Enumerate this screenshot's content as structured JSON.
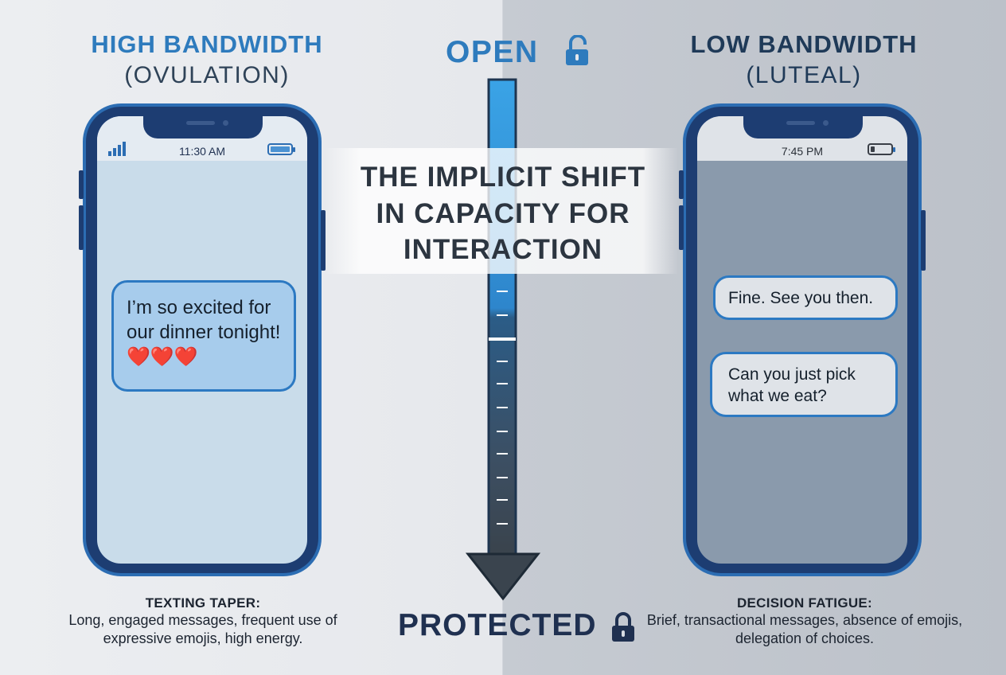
{
  "left_panel": {
    "title": "HIGH BANDWIDTH",
    "subtitle": "(OVULATION)",
    "phone": {
      "time": "11:30 AM",
      "battery_level": 1.0,
      "signal_bars": 4,
      "message": "I’m so excited for our dinner tonight! ❤️❤️❤️"
    },
    "caption_title": "TEXTING TAPER:",
    "caption_body": "Long, engaged messages, frequent use of expressive emojis, high energy."
  },
  "right_panel": {
    "title": "LOW BANDWIDTH",
    "subtitle": "(LUTEAL)",
    "phone": {
      "time": "7:45 PM",
      "battery_level": 0.2,
      "messages": [
        "Fine. See you then.",
        "Can you just pick what we eat?"
      ]
    },
    "caption_title": "DECISION FATIGUE:",
    "caption_body": "Brief, transactional messages, absence of emojis, delegation of choices."
  },
  "center": {
    "top_label": "OPEN",
    "bottom_label": "PROTECTED",
    "banner": "THE IMPLICIT SHIFT IN CAPACITY FOR INTERACTION",
    "top_icon": "unlocked-padlock-icon",
    "bottom_icon": "locked-padlock-icon"
  },
  "colors": {
    "accent_blue": "#2e7bbd",
    "navy": "#1f3050",
    "left_screen": "#c9dcea",
    "right_screen": "#8a9aac"
  }
}
